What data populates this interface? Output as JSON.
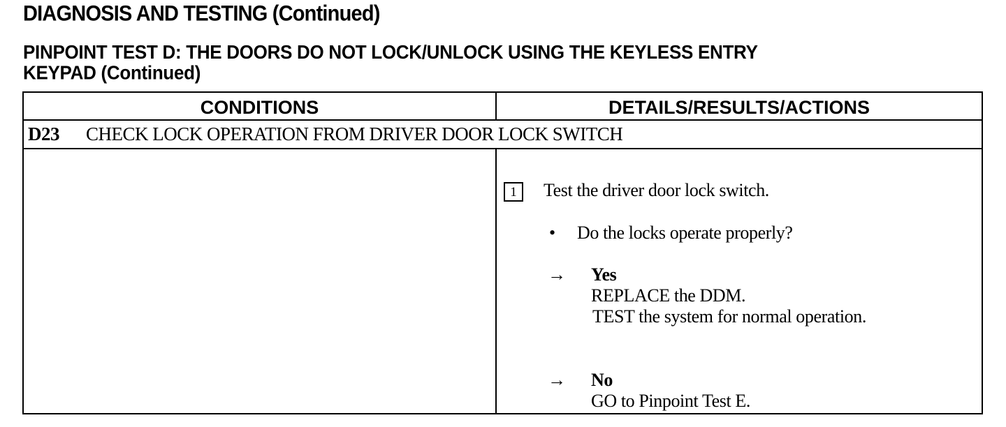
{
  "header": {
    "title": "DIAGNOSIS AND TESTING (Continued)",
    "test_line1": "PINPOINT TEST D:  THE DOORS DO NOT LOCK/UNLOCK USING THE KEYLESS ENTRY",
    "test_line2": "KEYPAD (Continued)"
  },
  "table": {
    "col_conditions": "CONDITIONS",
    "col_details": "DETAILS/RESULTS/ACTIONS",
    "step_id": "D23",
    "step_title": "CHECK LOCK OPERATION FROM DRIVER DOOR LOCK SWITCH",
    "substep_number": "1",
    "substep_text": "Test the driver door lock switch.",
    "bullet": "•",
    "question": "Do the locks operate properly?",
    "arrow": "→",
    "yes_label": "Yes",
    "yes_action1": "REPLACE the DDM.",
    "yes_action2": "TEST the system for normal operation.",
    "no_label": "No",
    "no_action1": "GO to Pinpoint Test E."
  }
}
